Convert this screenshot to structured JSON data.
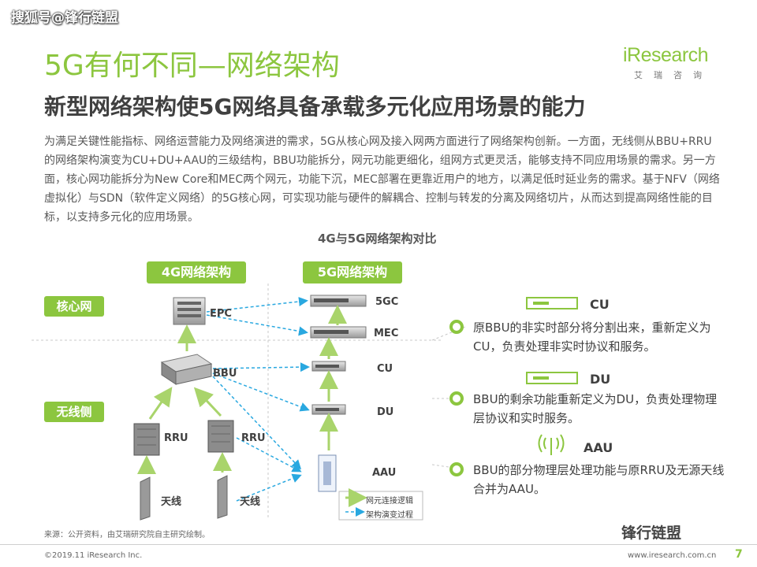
{
  "watermark": "搜狐号@锋行链盟",
  "logo": {
    "name": "iResearch",
    "sub": "艾瑞咨询"
  },
  "title": "5G有何不同—网络架构",
  "subtitle": "新型网络架构使5G网络具备承载多元化应用场景的能力",
  "description": "为满足关键性能指标、网络运营能力及网络演进的需求，5G从核心网及接入网两方面进行了网络架构创新。一方面，无线侧从BBU+RRU的网络架构演变为CU+DU+AAU的三级结构，BBU功能拆分，网元功能更细化，组网方式更灵活，能够支持不同应用场景的需求。另一方面，核心网功能拆分为New Core和MEC两个网元，功能下沉，MEC部署在更靠近用户的地方，以满足低时延业务的需求。基于NFV（网络虚拟化）与SDN（软件定义网络）的5G核心网，可实现功能与硬件的解耦合、控制与转发的分离及网络切片，从而达到提高网络性能的目标，以支持多元化的应用场景。",
  "diagram": {
    "title": "4G与5G网络架构对比",
    "tag_4g": "4G网络架构",
    "tag_5g": "5G网络架构",
    "side_core": "核心网",
    "side_wireless": "无线侧",
    "nodes_4g": {
      "epc": "EPC",
      "bbu": "BBU",
      "rru1": "RRU",
      "rru2": "RRU",
      "ant1": "天线",
      "ant2": "天线"
    },
    "nodes_5g": {
      "5gc": "5GC",
      "mec": "MEC",
      "cu": "CU",
      "du": "DU",
      "aau": "AAU"
    },
    "legend": {
      "logic": "网元连接逻辑",
      "evolution": "架构演变过程"
    }
  },
  "right_panel": {
    "cu": {
      "title": "CU",
      "text": "原BBU的非实时部分将分割出来，重新定义为CU，负责处理非实时协议和服务。"
    },
    "du": {
      "title": "DU",
      "text": "BBU的剩余功能重新定义为DU，负责处理物理层协议和实时服务。"
    },
    "aau": {
      "title": "AAU",
      "text": "BBU的部分物理层处理功能与原RRU及无源天线合并为AAU。"
    }
  },
  "footer": {
    "source": "来源：公开资料，由艾瑞研究院自主研究绘制。",
    "copyright": "©2019.11 iResearch Inc.",
    "website": "www.iresearch.com.cn",
    "page": "7",
    "wechat": "锋行链盟"
  },
  "colors": {
    "accent": "#8cc63f",
    "tag_4g": "#8cc63f",
    "tag_5g": "#8cc63f",
    "dashed_arrow": "#29a8e0"
  }
}
